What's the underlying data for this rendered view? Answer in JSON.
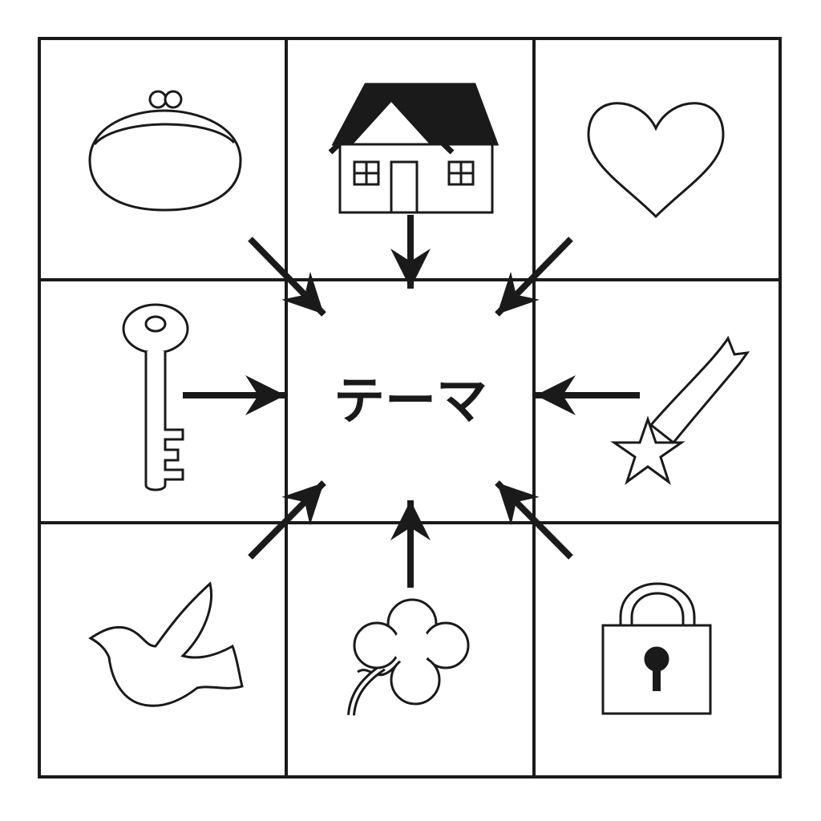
{
  "center": {
    "label": "テーマ"
  },
  "colors": {
    "line": "#1a1a1a",
    "background": "#ffffff"
  },
  "cells": [
    {
      "position": "top-left",
      "icon": "coin-purse-icon"
    },
    {
      "position": "top-center",
      "icon": "house-icon"
    },
    {
      "position": "top-right",
      "icon": "heart-icon"
    },
    {
      "position": "middle-left",
      "icon": "key-icon"
    },
    {
      "position": "middle-right",
      "icon": "shooting-star-icon"
    },
    {
      "position": "bottom-left",
      "icon": "dove-icon"
    },
    {
      "position": "bottom-center",
      "icon": "four-leaf-clover-icon"
    },
    {
      "position": "bottom-right",
      "icon": "padlock-icon"
    }
  ]
}
